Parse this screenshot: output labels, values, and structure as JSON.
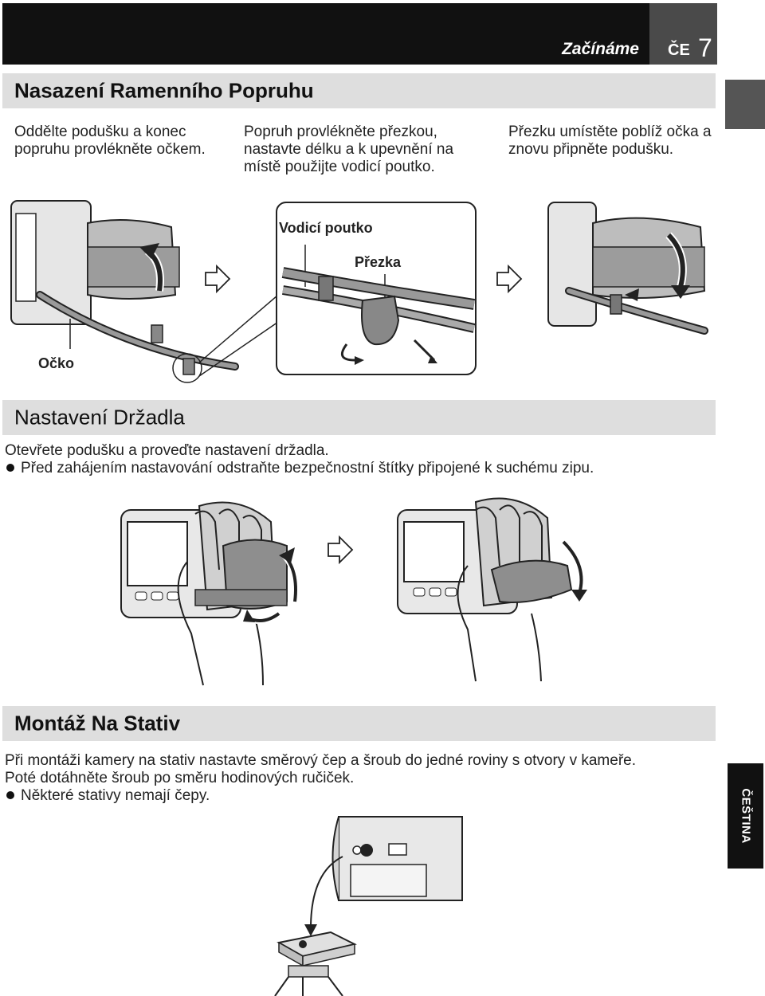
{
  "header": {
    "section": "Začínáme",
    "lang_code": "ČE",
    "page_number": "7"
  },
  "side_tab": {
    "label": "ČEŠTINA"
  },
  "section1": {
    "title": "Nasazení Ramenního Popruhu",
    "steps": [
      "Oddělte podušku a konec popruhu provlékněte očkem.",
      "Popruh provlékněte přezkou, nastavte délku a k upevnění na místě použijte vodicí poutko.",
      "Přezku umístěte poblíž očka a znovu připněte podušku."
    ],
    "labels": {
      "guide_loop": "Vodicí poutko",
      "buckle": "Přezka",
      "eyelet": "Očko"
    }
  },
  "section2": {
    "title": "Nastavení Držadla",
    "text": "Otevřete podušku a proveďte nastavení držadla.",
    "bullet": "Před zahájením nastavování odstraňte bezpečnostní štítky připojené k suchému zipu."
  },
  "section3": {
    "title": "Montáž Na Stativ",
    "text_line1": "Při montáži kamery na stativ nastavte směrový čep a šroub do jedné roviny s otvory v kameře.",
    "text_line2": "Poté dotáhněte šroub po směru hodinových ručiček.",
    "bullet": "Některé stativy nemají čepy."
  }
}
